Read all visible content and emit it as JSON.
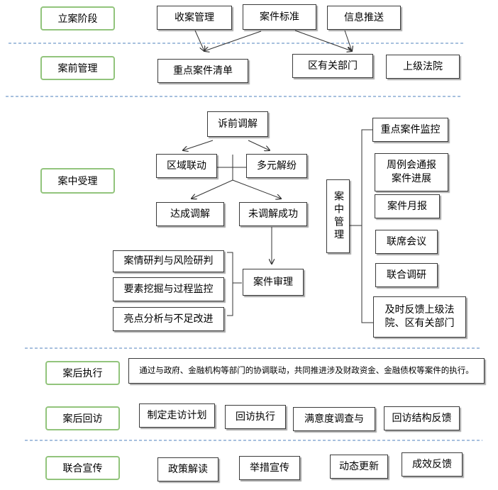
{
  "stages": {
    "s1": "立案阶段",
    "s2": "案前管理",
    "s3": "案中受理",
    "s4": "案后执行",
    "s5": "案后回访",
    "s6": "联合宣传"
  },
  "lian": {
    "shouan": "收案管理",
    "biaozhun": "案件标准",
    "xinxi": "信息推送"
  },
  "anqian": {
    "qingdan": "重点案件清单",
    "bumen": "区有关部门",
    "fayuan": "上级法院"
  },
  "anzhong": {
    "suqian": "诉前调解",
    "quyu": "区域联动",
    "duoyuan": "多元解纷",
    "dacheng": "达成调解",
    "weidacheng": "未调解成功",
    "yanpan": "案情研判与风险研判",
    "wajue": "要素挖掘与过程监控",
    "liangdian": "亮点分析与不足改进",
    "shenli": "案件审理"
  },
  "guanli": {
    "title": "案中管理",
    "items": [
      "重点案件监控",
      "周例会通报\n案件进展",
      "案件月报",
      "联席会议",
      "联合调研",
      "及时反馈上级法\n院、区有关部门"
    ]
  },
  "anhou": {
    "text": "通过与政府、金融机构等部门的协调联动，共同推进涉及财政资金、金融债权等案件的执行。"
  },
  "huifang": [
    "制定走访计划",
    "回访执行",
    "满意度调查与",
    "回访结构反馈"
  ],
  "xuanchuan": [
    "政策解读",
    "举措宣传",
    "动态更新",
    "成效反馈"
  ]
}
